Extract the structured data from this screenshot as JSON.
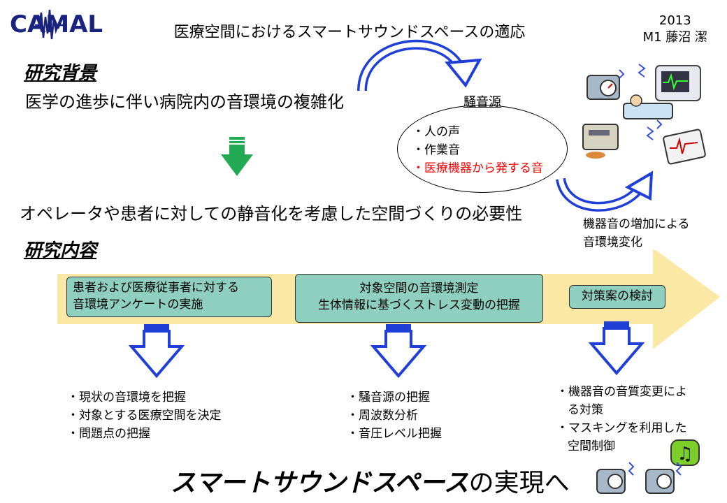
{
  "header": {
    "logo_text": "CAMAL",
    "title": "医療空間におけるスマートサウンドスペースの適応",
    "year": "2013",
    "author": "M1 藤沼 潔"
  },
  "background": {
    "heading": "研究背景",
    "statement": "医学の進歩に伴い病院内の音環境の複雑化",
    "conclusion": "オペレータや患者に対しての静音化を考慮した空間づくりの必要性"
  },
  "noise": {
    "title": "騒音源",
    "items": [
      "・人の声",
      "・作業音",
      "・医療機器から発する音"
    ],
    "highlight_color": "#ff0000",
    "annotation_line1": "機器音の増加による",
    "annotation_line2": "音環境変化"
  },
  "content": {
    "heading": "研究内容",
    "step1_line1": "患者および医療従事者に対する",
    "step1_line2": "音環境アンケートの実施",
    "step2_line1": "対象空間の音環境測定",
    "step2_line2": "生体情報に基づくストレス変動の把握",
    "step3": "対策案の検討",
    "results1": [
      "・現状の音環境を把握",
      "・対象とする医療空間を決定",
      "・問題点の把握"
    ],
    "results2": [
      "・騒音源の把握",
      "・周波数分析",
      "・音圧レベル把握"
    ],
    "results3_line1": "・機器音の音質変更によ",
    "results3_line1b": "る対策",
    "results3_line2": "・マスキングを利用した",
    "results3_line2b": "空間制御"
  },
  "footer": {
    "emphasis": "スマートサウンドスペース",
    "suffix": "の実現へ"
  },
  "colors": {
    "band": "#fbe8a4",
    "box": "#8ecfbf",
    "green_arrow": "#22aa55",
    "blue_arrow": "#1f3fd6"
  },
  "icons": [
    "medical-equipment-icon",
    "music-note-icon"
  ]
}
